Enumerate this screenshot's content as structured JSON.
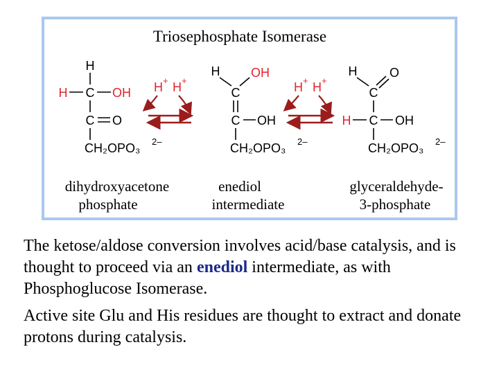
{
  "title": "Triosephosphate Isomerase",
  "left_molecule": {
    "top_h": "H",
    "row1_h": "H",
    "row1_c": "C",
    "row1_oh": "OH",
    "row2_c": "C",
    "row2_o": "O",
    "bottom": "CH₂OPO₃",
    "charge": "2–",
    "name_line1": "dihydroxyacetone",
    "name_line2": "phosphate"
  },
  "middle_molecule": {
    "top_h": "H",
    "top_oh": "OH",
    "row1_c": "C",
    "row2_c": "C",
    "row2_oh": "OH",
    "bottom": "CH₂OPO₃",
    "charge": "2–",
    "name_line1": "enediol",
    "name_line2": "intermediate"
  },
  "right_molecule": {
    "top_h": "H",
    "top_o": "O",
    "row1_c": "C",
    "row2_h": "H",
    "row2_c": "C",
    "row2_oh": "OH",
    "bottom": "CH₂OPO₃",
    "charge": "2–",
    "name_line1": "glyceraldehyde-",
    "name_line2": "3-phosphate"
  },
  "protons_left": {
    "h1": "H",
    "plus1": "+",
    "h2": "H",
    "plus2": "+"
  },
  "protons_right": {
    "h1": "H",
    "plus1": "+",
    "h2": "H",
    "plus2": "+"
  },
  "colors": {
    "frame": "#a9c8ef",
    "red": "#e0252c",
    "arrow": "#9b1c1c",
    "highlight": "#1b2a8a"
  },
  "text": {
    "para1_before": "The ketose/aldose conversion involves acid/base catalysis, and is thought to proceed via an ",
    "para1_highlight": "enediol",
    "para1_after": " intermediate, as with Phosphoglucose Isomerase.",
    "para2": "Active site Glu and His residues are thought to extract and donate protons during catalysis."
  }
}
